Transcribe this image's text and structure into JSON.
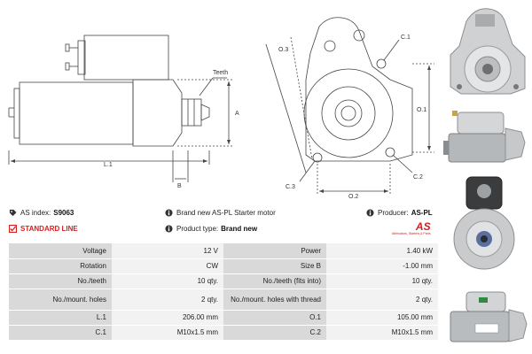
{
  "drawing": {
    "labels": {
      "teeth": "Teeth",
      "a": "A",
      "b": "B",
      "l1": "L.1",
      "o3": "O.3",
      "c1": "C.1",
      "o1": "O.1",
      "c3": "C.3",
      "o2": "O.2",
      "c2": "C.2"
    }
  },
  "info": {
    "as_index_label": "AS index:",
    "as_index_value": "S9063",
    "brand_text": "Brand new AS-PL Starter motor",
    "producer_label": "Producer:",
    "producer_value": "AS-PL",
    "standard_line": "STANDARD LINE",
    "product_type_label": "Product type:",
    "product_type_value": "Brand new",
    "logo_text": "AS",
    "logo_sub": "Alternators, Starters & Parts"
  },
  "specs": [
    {
      "k1": "Voltage",
      "v1": "12 V",
      "k2": "Power",
      "v2": "1.40 kW"
    },
    {
      "k1": "Rotation",
      "v1": "CW",
      "k2": "Size B",
      "v2": "-1.00 mm"
    },
    {
      "k1": "No./teeth",
      "v1": "10 qty.",
      "k2": "No./teeth (fits into)",
      "v2": "10 qty."
    },
    {
      "k1": "No./mount. holes",
      "v1": "2 qty.",
      "k2": "No./mount. holes with thread",
      "v2": "2 qty."
    },
    {
      "k1": "L.1",
      "v1": "206.00 mm",
      "k2": "O.1",
      "v2": "105.00 mm"
    },
    {
      "k1": "C.1",
      "v1": "M10x1.5 mm",
      "k2": "C.2",
      "v2": "M10x1.5 mm"
    }
  ],
  "colors": {
    "accent_red": "#d42020",
    "label_bg": "#d9d9d9",
    "value_bg": "#f2f2f2"
  }
}
